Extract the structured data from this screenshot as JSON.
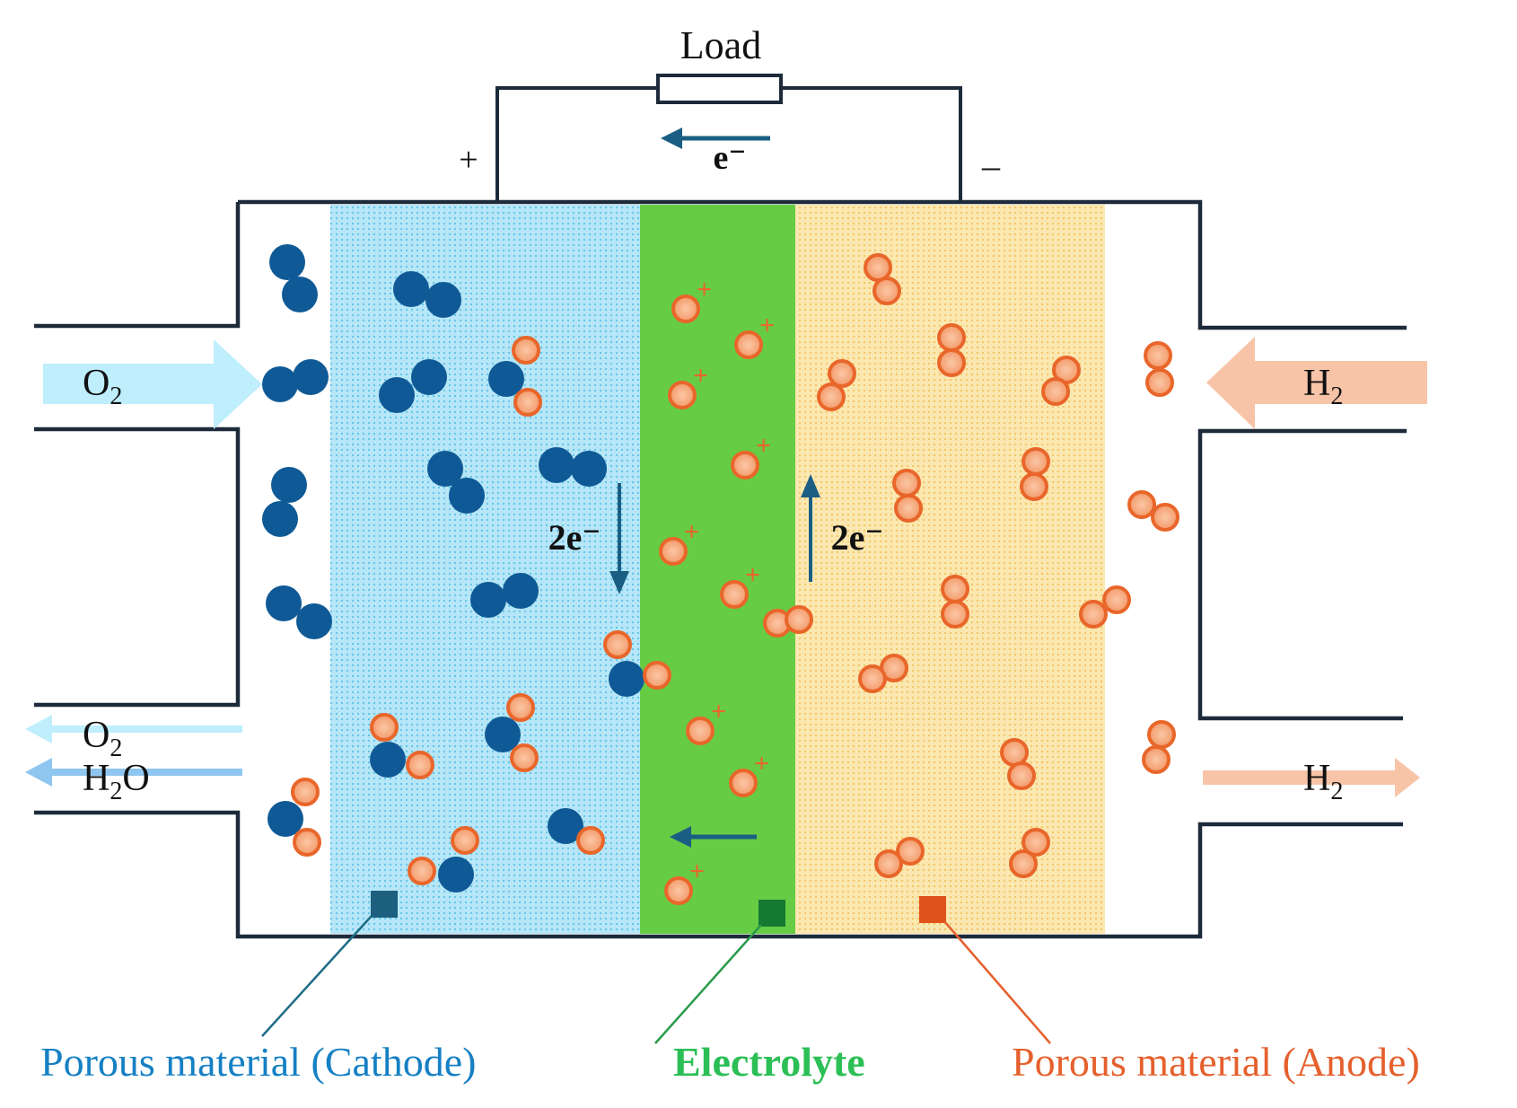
{
  "labels": {
    "load": "Load",
    "plus": "+",
    "minus": "–",
    "top_electron": "e⁻",
    "cathode_electron": "2e⁻",
    "anode_electron": "2e⁻",
    "o2_in": {
      "base": "O",
      "sub": "2"
    },
    "o2_out": {
      "base": "O",
      "sub": "2"
    },
    "h2o_out": {
      "base": "H",
      "sub": "2",
      "rest": "O"
    },
    "h2_in": {
      "base": "H",
      "sub": "2"
    },
    "h2_out": {
      "base": "H",
      "sub": "2"
    },
    "cathode": "Porous material (Cathode)",
    "electrolyte": "Electrolyte",
    "anode": "Porous material (Anode)",
    "proton_sign": "+"
  },
  "colors": {
    "cathode_fill": "#b6e6f7",
    "electrolyte_fill": "#66cc44",
    "anode_fill": "#fbe3a6",
    "oxygen": "#0f5a96",
    "hydrogen": "#e9662a",
    "hydrogen_inner": "#f8b28c",
    "cathode_label": "#1680c4",
    "electrolyte_label": "#2bbf55",
    "anode_label": "#e5602d",
    "o2_arrow": "#bfeefd",
    "h2o_arrow": "#8ec6ef",
    "h2_arrow": "#f8c4a8",
    "electron_arrow": "#1b5e83"
  }
}
